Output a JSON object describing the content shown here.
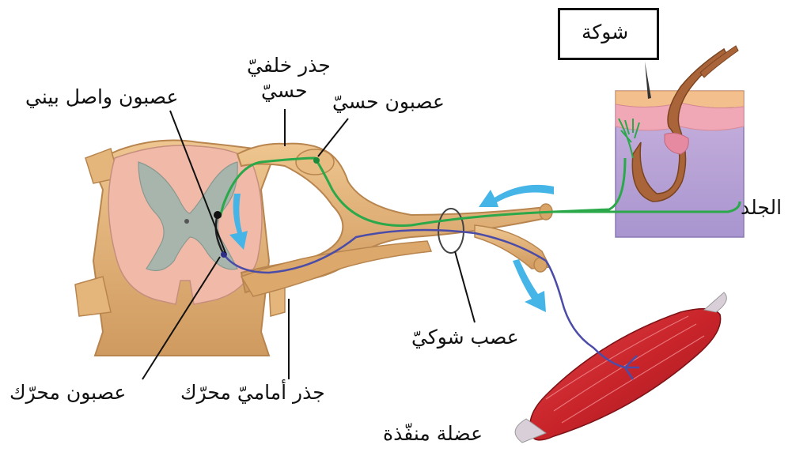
{
  "diagram": {
    "labels": {
      "thorn": "شوكة",
      "dorsal_root_line1": "جذر خلفيّ",
      "dorsal_root_line2": "حسيّ",
      "interneuron": "عصبون واصل بيني",
      "sensory_neuron": "عصبون حسيّ",
      "skin": "الجلد",
      "spinal_nerve": "عصب شوكيّ",
      "motor_neuron": "عصبون محرّك",
      "ventral_root": "جذر أماميّ محرّك",
      "effector_muscle": "عضلة منفّذة"
    },
    "colors": {
      "nerve_tan": "#e2b27a",
      "white_matter": "#f0b9a8",
      "grey_matter": "#a7b5ad",
      "sensory_path": "#2aa84a",
      "motor_path": "#4b4ca8",
      "arrow_blue": "#45b4e6",
      "muscle_red": "#c8242a",
      "skin_purple": "#b9a4d6"
    }
  }
}
